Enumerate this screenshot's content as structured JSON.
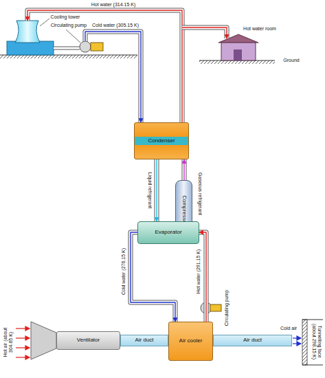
{
  "diagram": {
    "nodes": [
      {
        "text": [
          "Condenser"
        ]
      },
      {
        "text": [
          "Compressor"
        ]
      },
      {
        "text": [
          "Evaporator"
        ]
      },
      {
        "text": [
          "Ventilator"
        ]
      },
      {
        "text": [
          "Air duct"
        ]
      },
      {
        "text": [
          "Air cooler"
        ]
      },
      {
        "text": [
          "Air duct"
        ]
      }
    ],
    "edges": [
      {
        "from": 0,
        "to": 2,
        "arrow": "to",
        "label": "Liquid refrigerant"
      },
      {
        "from": 2,
        "to": 1,
        "arrow": "to",
        "label": "Gaseous refrigerant"
      },
      {
        "from": 1,
        "to": 0,
        "arrow": "to"
      },
      {
        "from": 2,
        "to": 5,
        "arrow": "to",
        "label": "Cold water (276.15 K)"
      },
      {
        "from": 5,
        "to": 2,
        "arrow": "to",
        "label": "Hot water (291.15 K)"
      }
    ],
    "labels": [
      "Hot water (314.15 K)",
      "Cold water (305.15 K)",
      "Cooling tower",
      "Circulating pump",
      "Hot water room",
      "Ground",
      "Circulating pump",
      "Hot air (about 304.65 K)",
      "Cold air",
      "Tunnelling face (about 298.15 K)"
    ]
  }
}
